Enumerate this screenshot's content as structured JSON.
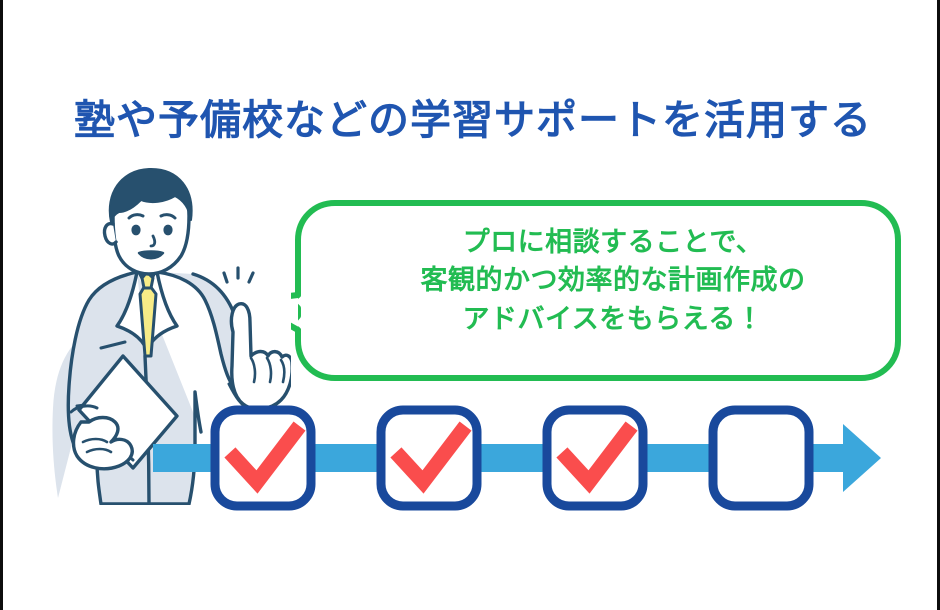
{
  "slide": {
    "title": "塾や予備校などの学習サポートを活用する",
    "background_color": "#ffffff",
    "title_color": "#1f55b0",
    "accent_green": "#22bc52",
    "accent_blue": "#3ba7dc",
    "checkbox_border_color": "#19499c",
    "check_mark_color": "#fa4d4d"
  },
  "speech_bubble": {
    "line1": "プロに相談することで、",
    "line2": "客観的かつ効率的な計画作成の",
    "line3": "アドバイスをもらえる！",
    "border_color": "#22bc52",
    "text_color": "#22bc52"
  },
  "character": {
    "description": "suited-man-pointing-up",
    "hair_color": "#27506e",
    "suit_color": "#dce3ec",
    "tie_color": "#f7ec87",
    "outline_color": "#27506e",
    "skin_color": "#ffffff"
  },
  "progress": {
    "arrow_color": "#3ba7dc",
    "steps": [
      {
        "label": "step-1",
        "checked": true
      },
      {
        "label": "step-2",
        "checked": true
      },
      {
        "label": "step-3",
        "checked": true
      },
      {
        "label": "step-4",
        "checked": false
      }
    ]
  }
}
